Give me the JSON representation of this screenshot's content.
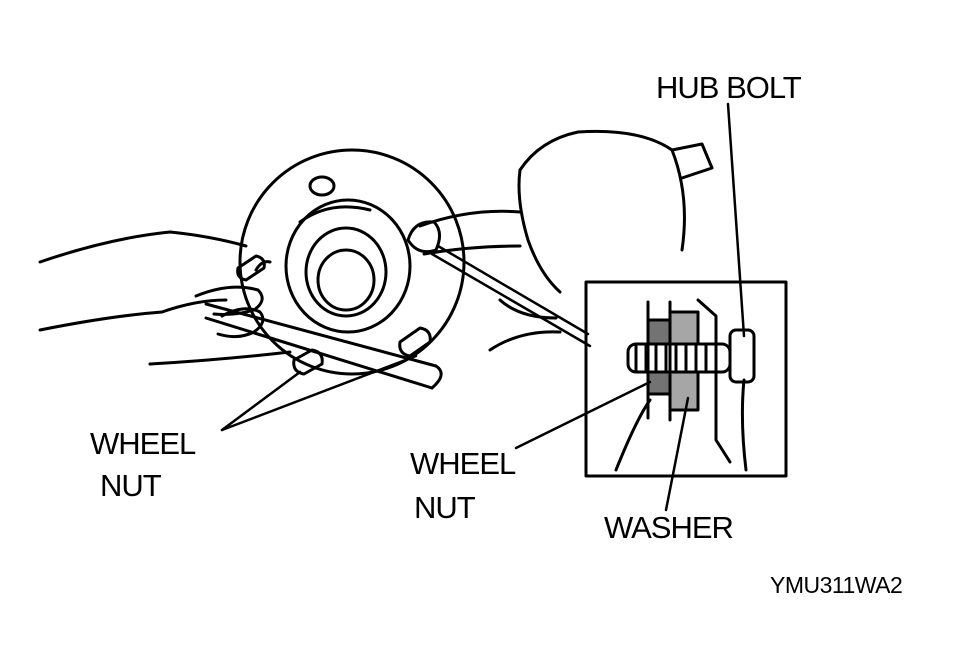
{
  "labels": {
    "hub_bolt": "HUB BOLT",
    "wheel_nut_left_line1": "WHEEL",
    "wheel_nut_left_line2": "NUT",
    "wheel_nut_center_line1": "WHEEL",
    "wheel_nut_center_line2": "NUT",
    "washer": "WASHER",
    "figure_code": "YMU311WA2"
  },
  "colors": {
    "ink": "#000000",
    "paper": "#ffffff"
  }
}
